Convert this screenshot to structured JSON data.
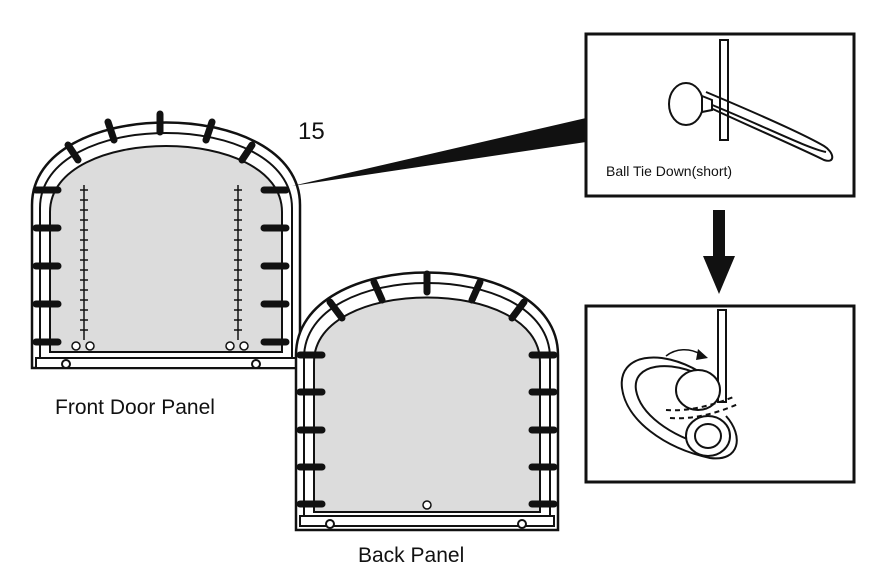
{
  "labels": {
    "front_panel": "Front Door Panel",
    "back_panel": "Back Panel",
    "part_number": "15",
    "callout": "Ball Tie Down(short)"
  },
  "colors": {
    "line": "#111111",
    "panel_fill": "#dcdcdc",
    "background": "#ffffff"
  },
  "icons": [
    "ball-tie-down-icon",
    "arrow-down-icon",
    "curved-arrow-icon"
  ]
}
